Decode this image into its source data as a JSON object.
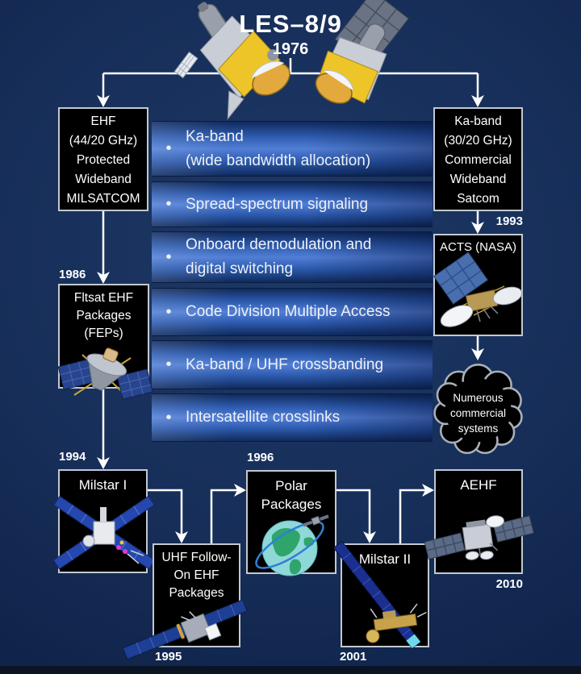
{
  "header": {
    "title": "LES–8/9",
    "year": "1976"
  },
  "top_boxes": {
    "left": {
      "lines": [
        "EHF",
        "(44/20 GHz)",
        "Protected",
        "Wideband",
        "MILSATCOM"
      ]
    },
    "right": {
      "lines": [
        "Ka-band",
        "(30/20 GHz)",
        "Commercial",
        "Wideband",
        "Satcom"
      ]
    }
  },
  "features": [
    {
      "lines": [
        "Ka-band",
        "(wide bandwidth allocation)"
      ]
    },
    {
      "lines": [
        "Spread-spectrum signaling",
        ""
      ]
    },
    {
      "lines": [
        "Onboard demodulation and",
        "digital switching"
      ]
    },
    {
      "lines": [
        "Code Division Multiple Access",
        ""
      ]
    },
    {
      "lines": [
        "Ka-band / UHF crossbanding",
        ""
      ]
    },
    {
      "lines": [
        "Intersatellite crosslinks",
        ""
      ]
    }
  ],
  "timeline": {
    "fltsat": {
      "year": "1986",
      "lines": [
        "Fltsat EHF",
        "Packages",
        "(FEPs)"
      ],
      "illustration": "fltsat-satellite"
    },
    "acts": {
      "year": "1993",
      "title": "ACTS (NASA)",
      "illustration": "acts-satellite"
    },
    "cloud": {
      "lines": [
        "Numerous",
        "commercial",
        "systems"
      ]
    },
    "milstar1": {
      "year": "1994",
      "title": "Milstar I",
      "illustration": "milstar1-satellite"
    },
    "uhf_follow_on": {
      "year": "1995",
      "lines": [
        "UHF Follow-",
        "On EHF",
        "Packages"
      ],
      "illustration": "ufo-satellite"
    },
    "polar": {
      "year": "1996",
      "lines": [
        "Polar",
        "Packages"
      ],
      "illustration": "polar-orbit-globe"
    },
    "milstar2": {
      "year": "2001",
      "title": "Milstar II",
      "illustration": "milstar2-satellite"
    },
    "aehf": {
      "year": "2010",
      "title": "AEHF",
      "illustration": "aehf-satellite"
    }
  },
  "bullet_glyph": "•",
  "colors": {
    "background": "#142a52",
    "bar_highlight": "#527fd6",
    "bar_dark": "#0f2a5c",
    "box_border": "#c3c8d0",
    "text": "#ffffff"
  }
}
